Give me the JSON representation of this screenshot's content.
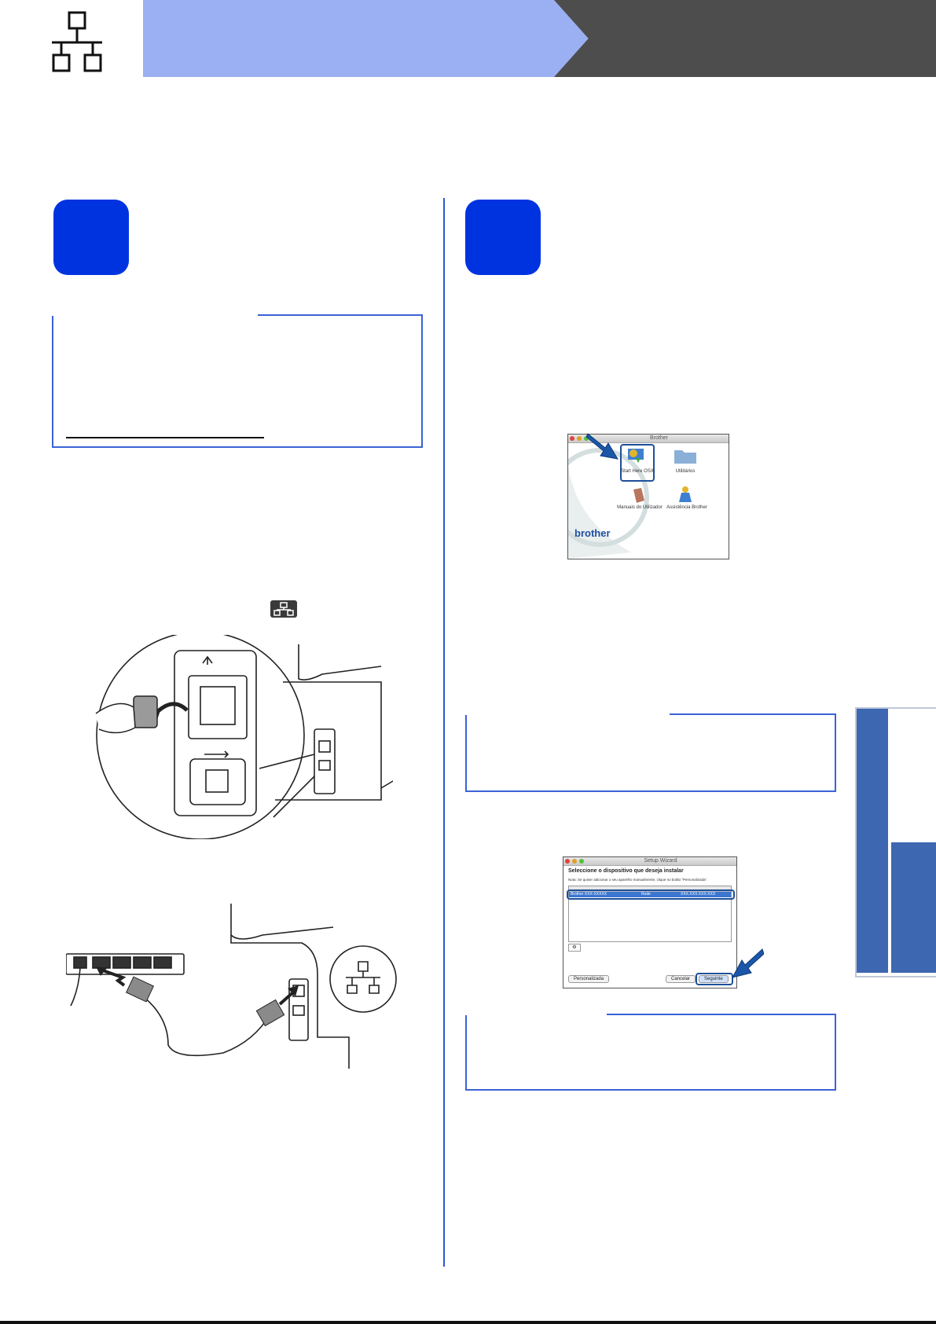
{
  "header": {
    "icon": "wired-network-icon",
    "accent_color": "#9bb0f2",
    "dark_color": "#4d4d4d"
  },
  "steps": [
    {
      "badge_color": "#0033e0"
    },
    {
      "badge_color": "#0033e0"
    }
  ],
  "inline_icon": "network-port-icon",
  "screenshot_launcher": {
    "window_title": "Brother",
    "items": [
      {
        "label": "Start Here OSX",
        "icon": "installer-icon"
      },
      {
        "label": "Utilitários",
        "icon": "folder-icon"
      },
      {
        "label": "Manuais do Utilizador",
        "icon": "manual-icon"
      },
      {
        "label": "Assistência Brother",
        "icon": "support-icon"
      }
    ],
    "brand": "brother"
  },
  "screenshot_wizard": {
    "window_title": "Setup Wizard",
    "heading": "Seleccione o dispositivo que deseja instalar",
    "note": "Nota: Se quiser adicionar o seu aparelho manualmente, clique no botão \"Personalizada\".",
    "row": {
      "name": "Brother XXX-XXXXX",
      "type": "Rede",
      "address": "XXX.XXX.XXX.XXX"
    },
    "buttons": {
      "custom": "Personalizada",
      "cancel": "Cancelar",
      "next": "Seguinte"
    }
  }
}
